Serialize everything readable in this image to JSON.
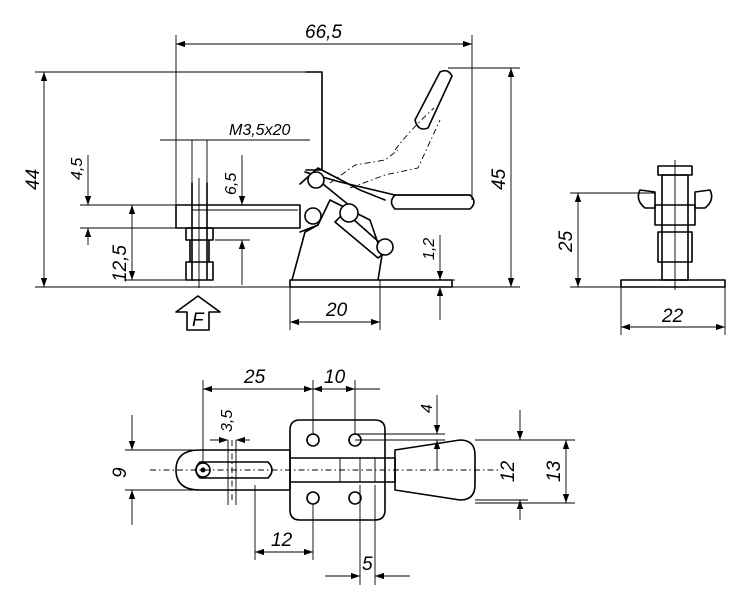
{
  "dimensions": {
    "overall_length": "66,5",
    "overall_height": "44",
    "handle_height": "45",
    "screw_spec": "M3,5x20",
    "dim_4_5": "4,5",
    "dim_6_5": "6,5",
    "dim_12_5": "12,5",
    "base_width_side": "20",
    "dim_1_2": "1,2",
    "force_label": "F",
    "end_height": "25",
    "end_base_width": "22",
    "top_25": "25",
    "top_10": "10",
    "top_3_5": "3,5",
    "top_9": "9",
    "top_4": "4",
    "top_12_right": "12",
    "top_13": "13",
    "top_12_bottom": "12",
    "top_5": "5"
  }
}
